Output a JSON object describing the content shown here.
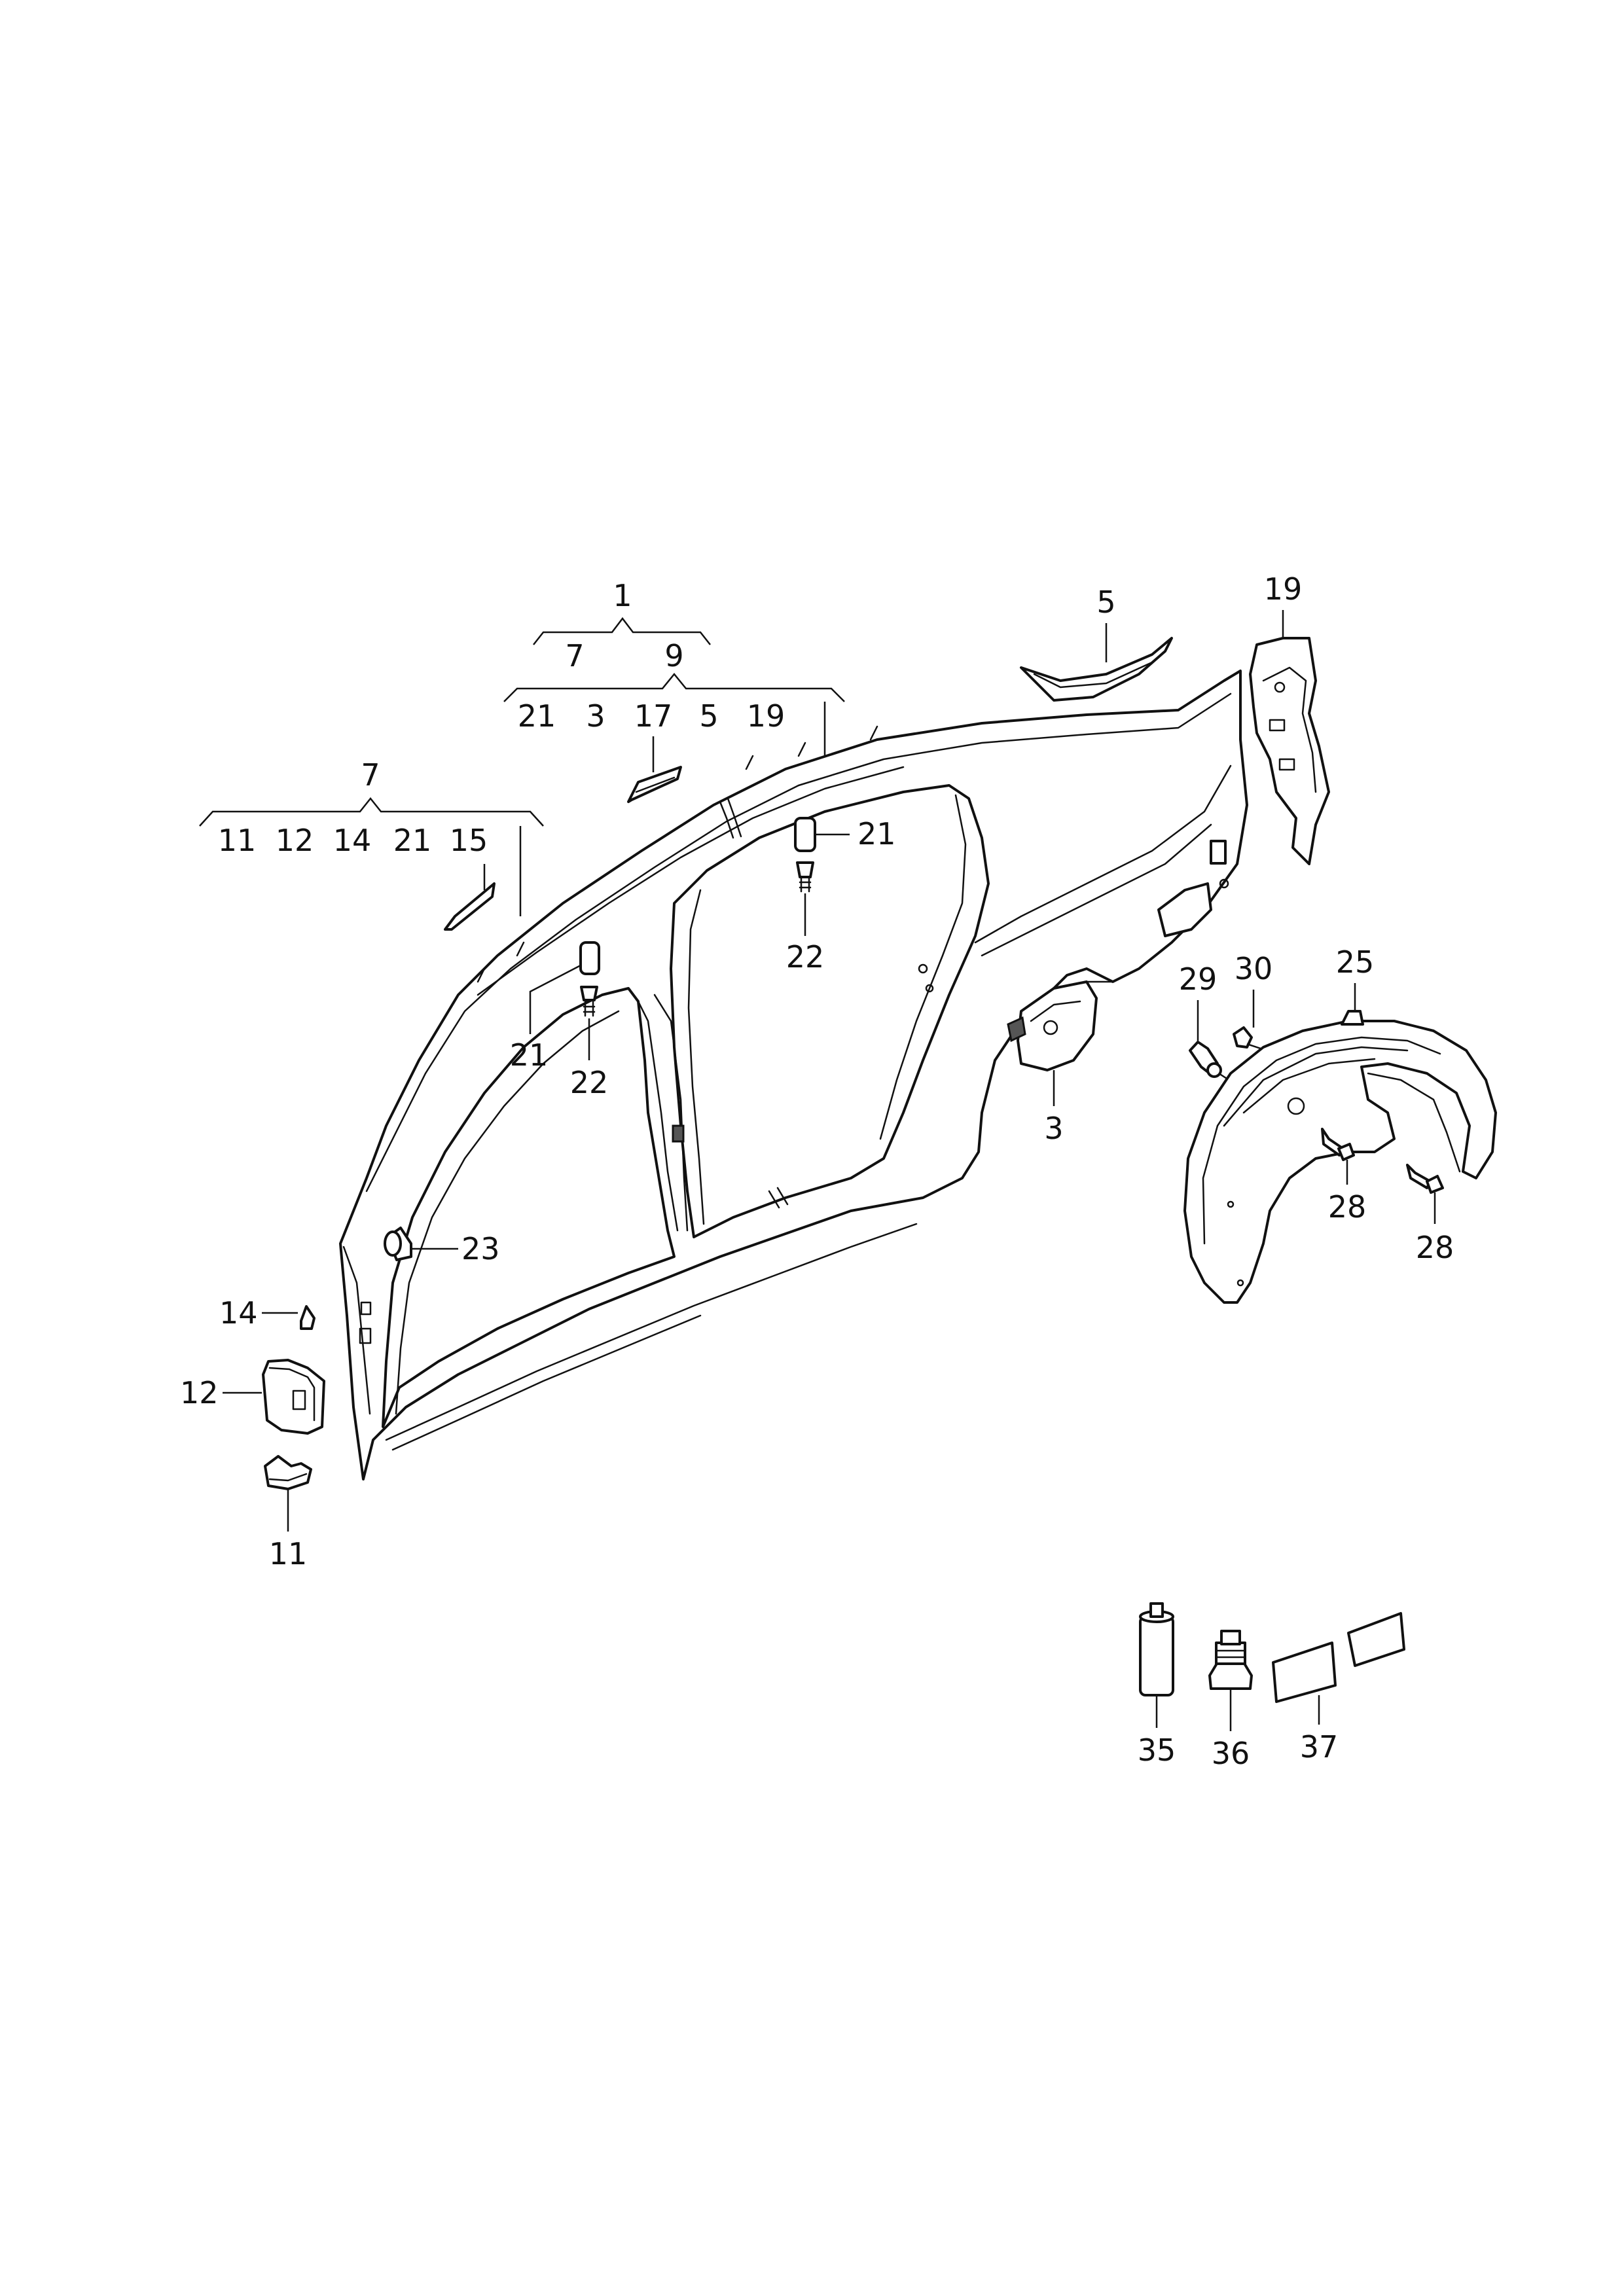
{
  "brackets": {
    "b1": {
      "top": "1",
      "items": [
        "7",
        "9"
      ]
    },
    "b9": {
      "top": "9",
      "items": [
        "21",
        "3",
        "17",
        "5",
        "19"
      ]
    },
    "b7": {
      "top": "7",
      "items": [
        "11",
        "12",
        "14",
        "21",
        "15"
      ]
    }
  },
  "callouts": {
    "p3": "3",
    "p5": "5",
    "p19": "19",
    "p21a": "21",
    "p22a": "22",
    "p21b": "21",
    "p22b": "22",
    "p23": "23",
    "p14": "14",
    "p12": "12",
    "p11": "11",
    "p25": "25",
    "p28a": "28",
    "p28b": "28",
    "p29": "29",
    "p30": "30",
    "p35": "35",
    "p36": "36",
    "p37": "37"
  }
}
